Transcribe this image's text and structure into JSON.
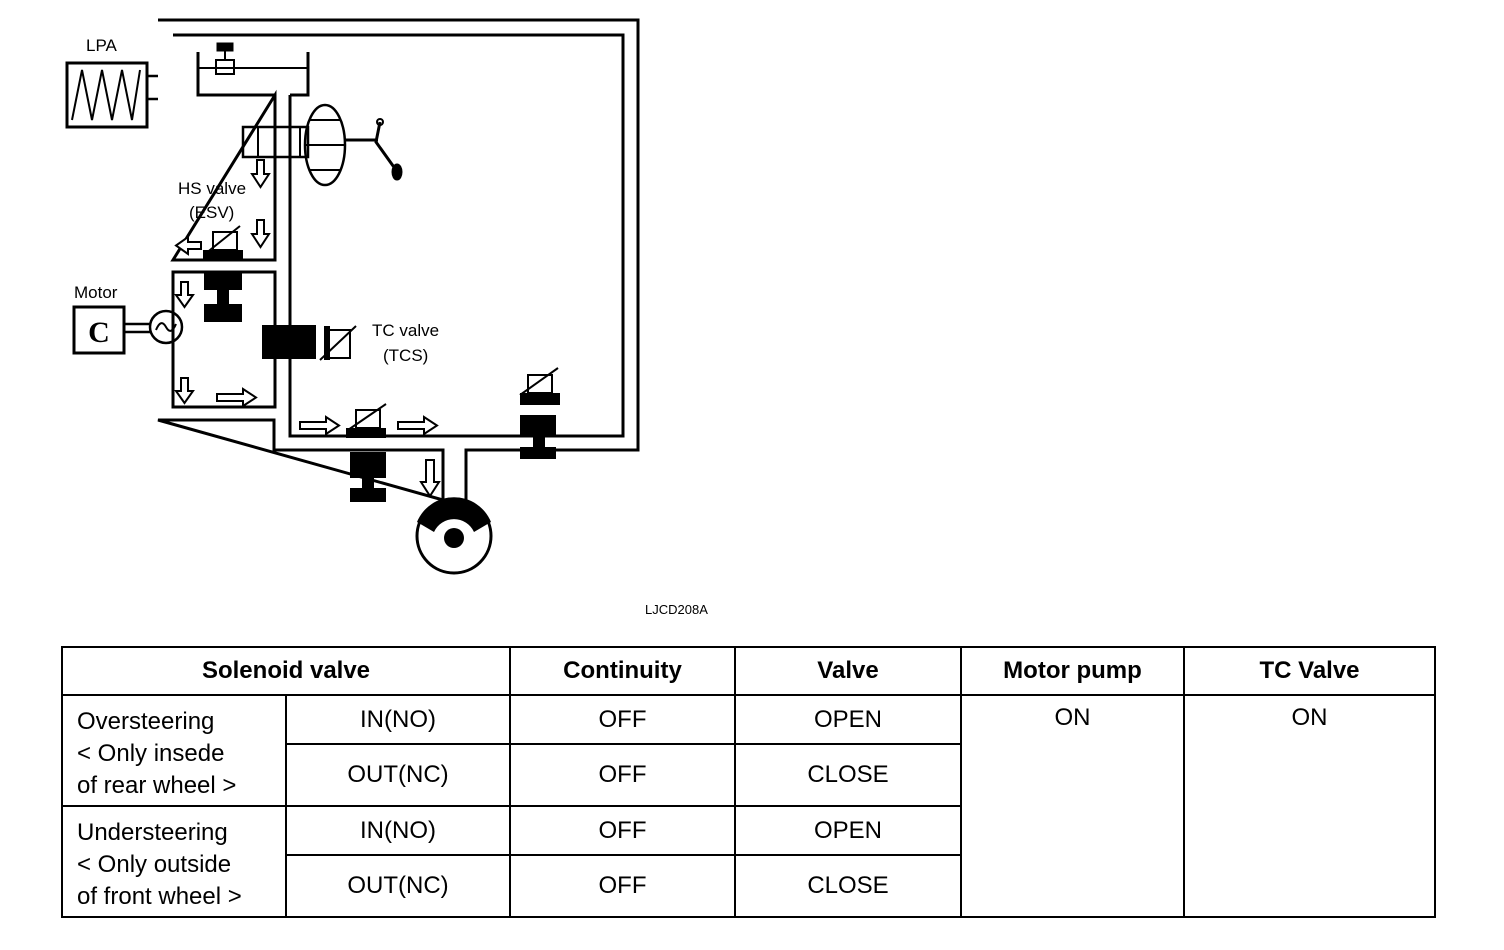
{
  "diagram": {
    "labels": {
      "lpa": "LPA",
      "hs_valve_line1": "HS valve",
      "hs_valve_line2": "(ESV)",
      "motor": "Motor",
      "motor_symbol": "C",
      "tc_valve_line1": "TC valve",
      "tc_valve_line2": "(TCS)"
    },
    "figure_code": "LJCD208A"
  },
  "table": {
    "headers": {
      "solenoid_valve": "Solenoid valve",
      "continuity": "Continuity",
      "valve": "Valve",
      "motor_pump": "Motor pump",
      "tc_valve": "TC Valve"
    },
    "groups": [
      {
        "condition_lines": [
          "Oversteering",
          "< Only insede",
          "of rear wheel >"
        ],
        "rows": [
          {
            "solenoid": "IN(NO)",
            "continuity": "OFF",
            "valve": "OPEN"
          },
          {
            "solenoid": "OUT(NC)",
            "continuity": "OFF",
            "valve": "CLOSE"
          }
        ]
      },
      {
        "condition_lines": [
          "Understeering",
          "< Only outside",
          "of front wheel >"
        ],
        "rows": [
          {
            "solenoid": "IN(NO)",
            "continuity": "OFF",
            "valve": "OPEN"
          },
          {
            "solenoid": "OUT(NC)",
            "continuity": "OFF",
            "valve": "CLOSE"
          }
        ]
      }
    ],
    "motor_pump_value": "ON",
    "tc_valve_value": "ON"
  }
}
